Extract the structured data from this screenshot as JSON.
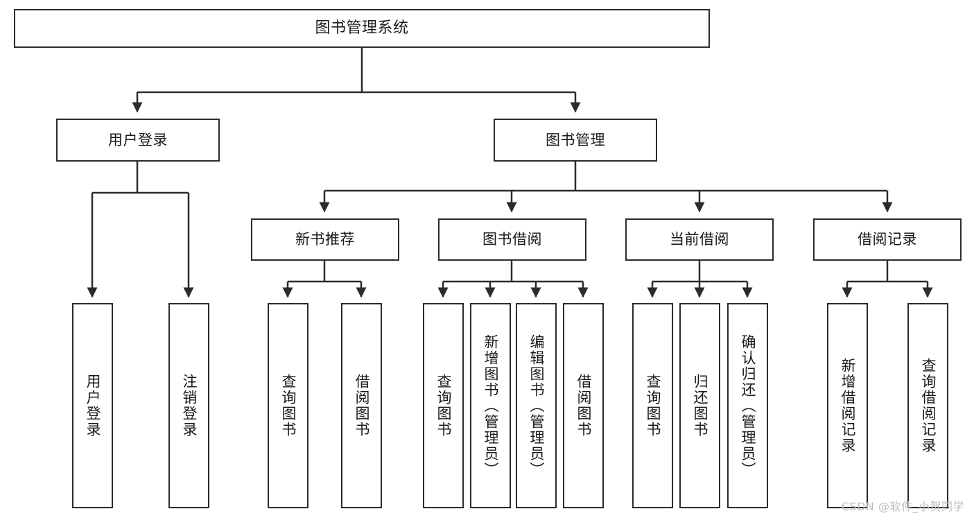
{
  "diagram": {
    "type": "tree-hierarchy-chart",
    "title": "图书管理系统",
    "watermark": "CSDN @软件_小贺同学",
    "colors": {
      "box_border": "#2b2b2b",
      "box_fill": "#ffffff",
      "edge": "#2b2b2b",
      "text": "#1a1a1a",
      "watermark": "#bdbdbd",
      "background": "#ffffff"
    },
    "nodes": {
      "root": {
        "label": "图书管理系统"
      },
      "level2": [
        {
          "id": "user-login",
          "label": "用户登录"
        },
        {
          "id": "book-management",
          "label": "图书管理"
        }
      ],
      "level3": [
        {
          "id": "new-book-recommend",
          "label": "新书推荐"
        },
        {
          "id": "book-borrow",
          "label": "图书借阅"
        },
        {
          "id": "current-borrow",
          "label": "当前借阅"
        },
        {
          "id": "borrow-record",
          "label": "借阅记录"
        }
      ],
      "leaves": {
        "user_login": [
          {
            "id": "leaf-user-login",
            "label": "用户登录"
          },
          {
            "id": "leaf-logout-login",
            "label": "注销登录"
          }
        ],
        "new_book_recommend": [
          {
            "id": "leaf-query-book-1",
            "label": "查询图书"
          },
          {
            "id": "leaf-borrow-book-1",
            "label": "借阅图书"
          }
        ],
        "book_borrow": [
          {
            "id": "leaf-query-book-2",
            "label": "查询图书"
          },
          {
            "id": "leaf-add-book",
            "label": "新增图书（管理员）"
          },
          {
            "id": "leaf-edit-book",
            "label": "编辑图书（管理员）"
          },
          {
            "id": "leaf-borrow-book-2",
            "label": "借阅图书"
          }
        ],
        "current_borrow": [
          {
            "id": "leaf-query-book-3",
            "label": "查询图书"
          },
          {
            "id": "leaf-return-book",
            "label": "归还图书"
          },
          {
            "id": "leaf-confirm-return",
            "label": "确认归还（管理员）"
          }
        ],
        "borrow_record": [
          {
            "id": "leaf-add-record",
            "label": "新增借阅记录"
          },
          {
            "id": "leaf-query-record",
            "label": "查询借阅记录"
          }
        ]
      }
    }
  }
}
